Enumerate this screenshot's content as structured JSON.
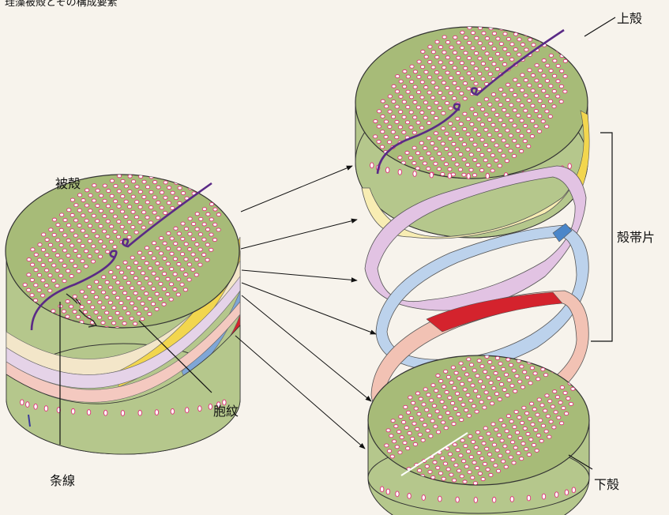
{
  "title": "珪藻被殻とその構成要素",
  "labels": {
    "frustule": "被殻",
    "epitheca": "上殻",
    "girdle_bands": "殻帯片",
    "hypotheca": "下殻",
    "areola": "胞紋",
    "striae": "条線"
  },
  "colors": {
    "background": "#f7f3ec",
    "valve_fill": "#a7bb78",
    "valve_side": "#b5c78c",
    "pore": "#ffffff",
    "pore_edge": "#e0327a",
    "raphe": "#5a2a86",
    "band_yellow": "#f2d64e",
    "band_violet": "#c79ad0",
    "band_blue": "#4a86c9",
    "band_red": "#d4232d",
    "band_pale": "#f3e6c9",
    "arrow": "#111111"
  }
}
